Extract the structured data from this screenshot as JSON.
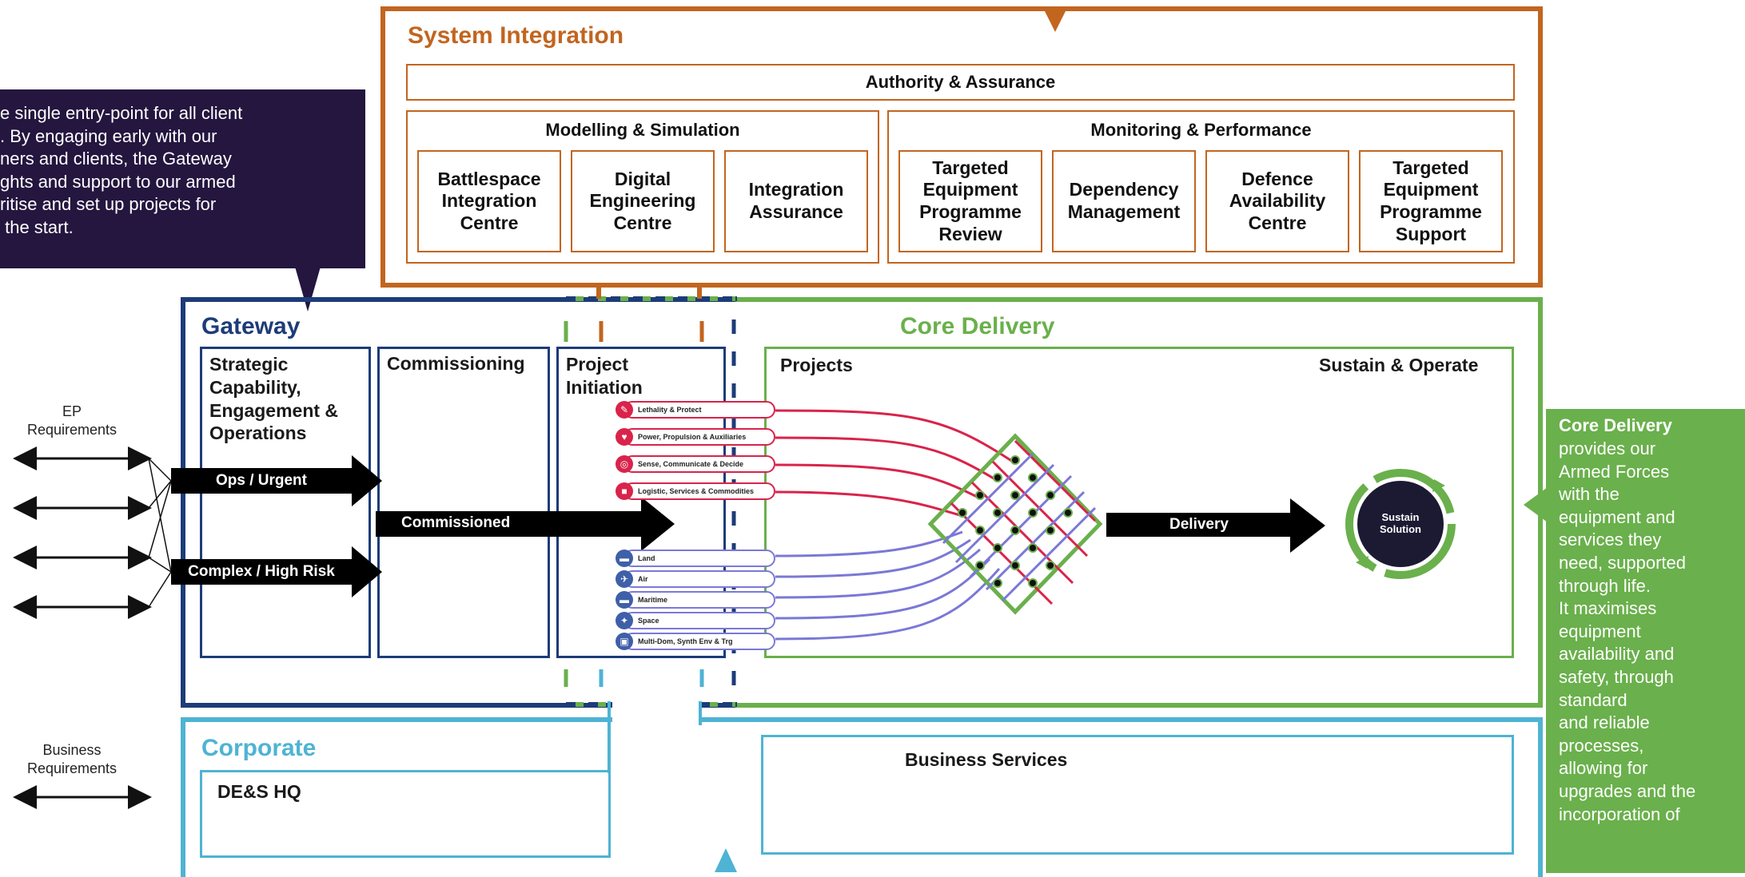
{
  "system_integration": {
    "title": "System Integration",
    "authority": "Authority & Assurance",
    "modelling": {
      "title": "Modelling & Simulation",
      "items": [
        "Battlespace Integration Centre",
        "Digital Engineering Centre",
        "Integration Assurance"
      ]
    },
    "monitoring": {
      "title": "Monitoring & Performance",
      "items": [
        "Targeted Equipment Programme Review",
        "Dependency Management",
        "Defence Availability Centre",
        "Targeted Equipment Programme Support"
      ]
    }
  },
  "gateway_callout": "e single entry-point for all client\n. By engaging early with our\nners and clients, the Gateway\nghts and support to our armed\nritise and set up projects for\n the start.",
  "gateway": {
    "title": "Gateway",
    "strategic": "Strategic Capability, Engagement & Operations",
    "commissioning": "Commissioning",
    "project_initiation": "Project Initiation"
  },
  "core_delivery": {
    "title": "Core Delivery",
    "projects": "Projects",
    "sustain_operate": "Sustain & Operate",
    "sustain_solution": "Sustain Solution"
  },
  "capability_pills": [
    "Lethality & Protect",
    "Power, Propulsion & Auxiliaries",
    "Sense, Communicate & Decide",
    "Logistic, Services & Commodities"
  ],
  "domain_pills": [
    "Land",
    "Air",
    "Maritime",
    "Space",
    "Multi-Dom, Synth Env & Trg"
  ],
  "arrows": {
    "ops_urgent": "Ops / Urgent",
    "complex": "Complex / High Risk",
    "commissioned": "Commissioned",
    "delivery": "Delivery"
  },
  "left_labels": {
    "ep": "EP\nRequirements",
    "business": "Business\nRequirements"
  },
  "corporate": {
    "title": "Corporate",
    "hq": "DE&S HQ",
    "business_services": "Business Services"
  },
  "core_callout": {
    "title": "Core Delivery",
    "body": "provides our\nArmed Forces\nwith the\nequipment and\nservices they\nneed, supported\nthrough life.\nIt maximises\nequipment\navailability and\nsafety, through\nstandard\nand reliable\nprocesses,\nallowing for\nupgrades and the\nincorporation of"
  },
  "colors": {
    "orange": "#c2651f",
    "navy": "#1d3c78",
    "green": "#6ab04c",
    "cyan": "#4fb3d3",
    "red": "#d9234b",
    "purple": "#7b78d6",
    "callout_dark": "#24163f"
  }
}
